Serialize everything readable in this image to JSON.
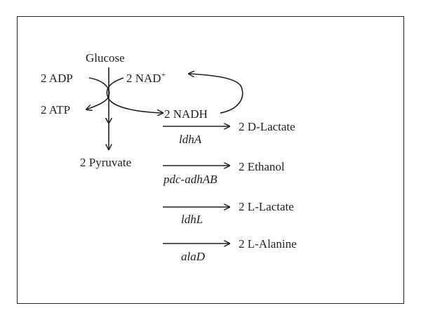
{
  "metabolites": {
    "glucose": "Glucose",
    "adp": "2 ADP",
    "atp": "2 ATP",
    "nad_prefix": "2 NAD",
    "nad_sup": "+",
    "nadh": "2 NADH",
    "pyruvate": "2 Pyruvate"
  },
  "products": [
    {
      "product": "2 D-Lactate",
      "gene": "ldhA"
    },
    {
      "product": "2 Ethanol",
      "gene": "pdc-adhAB"
    },
    {
      "product": "2 L-Lactate",
      "gene": "ldhL"
    },
    {
      "product": "2 L-Alanine",
      "gene": "alaD"
    }
  ],
  "colors": {
    "ink": "#231f20",
    "background": "#ffffff"
  }
}
